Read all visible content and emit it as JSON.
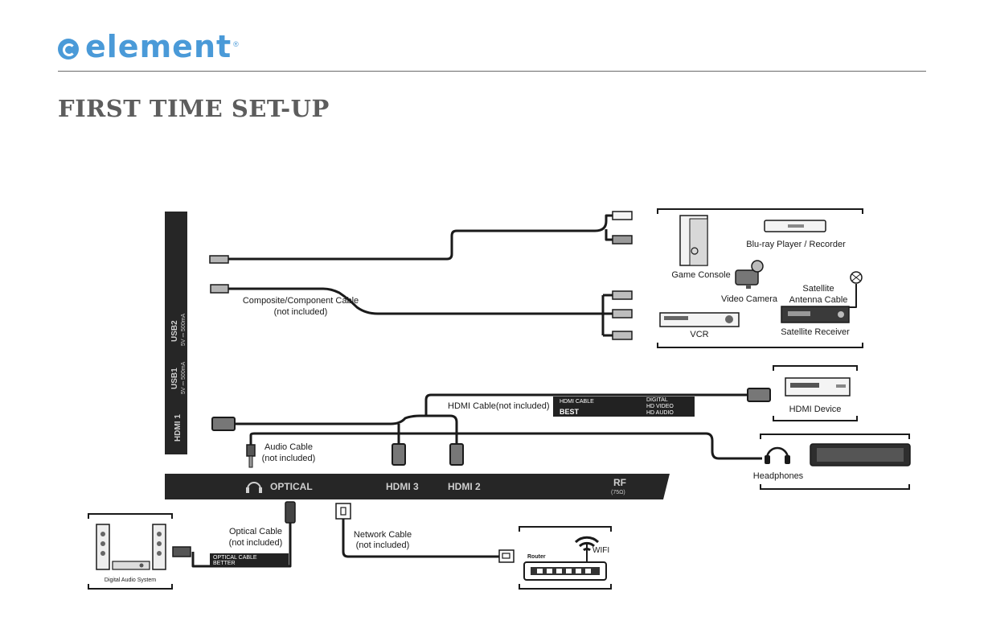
{
  "header": {
    "brand": "element",
    "registered_mark": "®",
    "page_title": "FIRST TIME SET-UP"
  },
  "tv_side_panel": {
    "ports": [
      {
        "label": "USB2",
        "spec": "5V ⎓ 500mA"
      },
      {
        "label": "USB1",
        "spec": "5V ⎓ 500mA"
      },
      {
        "label": "HDMI 1",
        "spec": ""
      }
    ]
  },
  "tv_bottom_panel": {
    "ports": [
      {
        "label": "OPTICAL"
      },
      {
        "label": "HDMI 3"
      },
      {
        "label": "HDMI 2"
      },
      {
        "label": "RF",
        "spec": "(75Ω)"
      }
    ]
  },
  "cables": {
    "composite_line1": "Composite/Component Cable",
    "composite_line2": "(not included)",
    "hdmi": "HDMI Cable(not included)",
    "audio_line1": "Audio Cable",
    "audio_line2": "(not included)",
    "optical_line1": "Optical Cable",
    "optical_line2": "(not included)",
    "network_line1": "Network Cable",
    "network_line2": "(not included)"
  },
  "hdmi_tag": {
    "name": "HDMI CABLE",
    "grade": "BEST",
    "features": [
      "DIGITAL",
      "HD VIDEO",
      "HD AUDIO"
    ]
  },
  "optical_tag": {
    "name": "OPTICAL CABLE",
    "grade": "BETTER"
  },
  "devices": {
    "game_console": "Game Console",
    "bluray": "Blu-ray Player / Recorder",
    "video_camera": "Video Camera",
    "satellite_antenna_line1": "Satellite",
    "satellite_antenna_line2": "Antenna Cable",
    "vcr": "VCR",
    "satellite_receiver": "Satellite Receiver",
    "hdmi_device": "HDMI Device",
    "headphones": "Headphones",
    "digital_audio": "Digital Audio System",
    "router": "Router",
    "wifi": "WIFI"
  }
}
